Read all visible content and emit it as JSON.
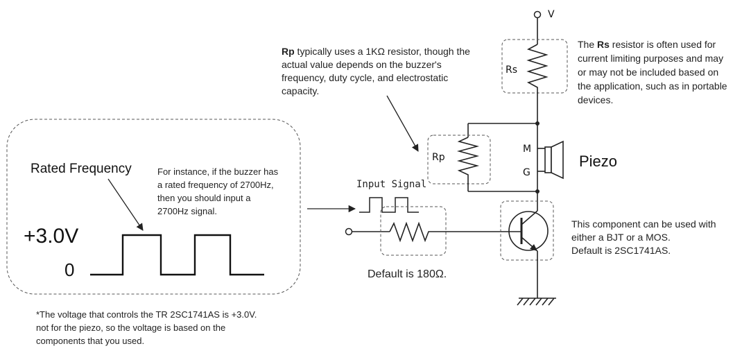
{
  "supply_label": "V",
  "rs_label": "Rs",
  "rp_label": "Rp",
  "m_label": "M",
  "g_label": "G",
  "piezo_label": "Piezo",
  "input_signal_label": "Input Signal",
  "rated_frequency_label": "Rated Frequency",
  "voltage_high_label": "+3.0V",
  "voltage_low_label": "0",
  "rp_note": {
    "bold": "Rp",
    "line1": " typically uses a 1KΩ resistor, though the",
    "line2": "actual value depends on the buzzer's",
    "line3": "frequency, duty cycle, and electrostatic",
    "line4": "capacity."
  },
  "rs_note": {
    "prefix": "The ",
    "bold": "Rs",
    "line1": " resistor is often used for",
    "line2": "current limiting purposes and may",
    "line3": "or may not be included based on",
    "line4": "the application, such as in portable",
    "line5": "devices."
  },
  "frequency_note": {
    "line1": "For instance, if the buzzer has",
    "line2": "a rated frequency of 2700Hz,",
    "line3": "then you should input a",
    "line4": "2700Hz signal."
  },
  "base_resistor_note": "Default is 180Ω.",
  "transistor_note": {
    "line1": "This component can be used with",
    "line2": "either a BJT or a MOS.",
    "line3": "Default is 2SC1741AS."
  },
  "footnote": {
    "line1": "*The voltage that controls the TR 2SC1741AS is +3.0V.",
    "line2": "not for the piezo, so the voltage is based on the",
    "line3": "components that you used."
  }
}
